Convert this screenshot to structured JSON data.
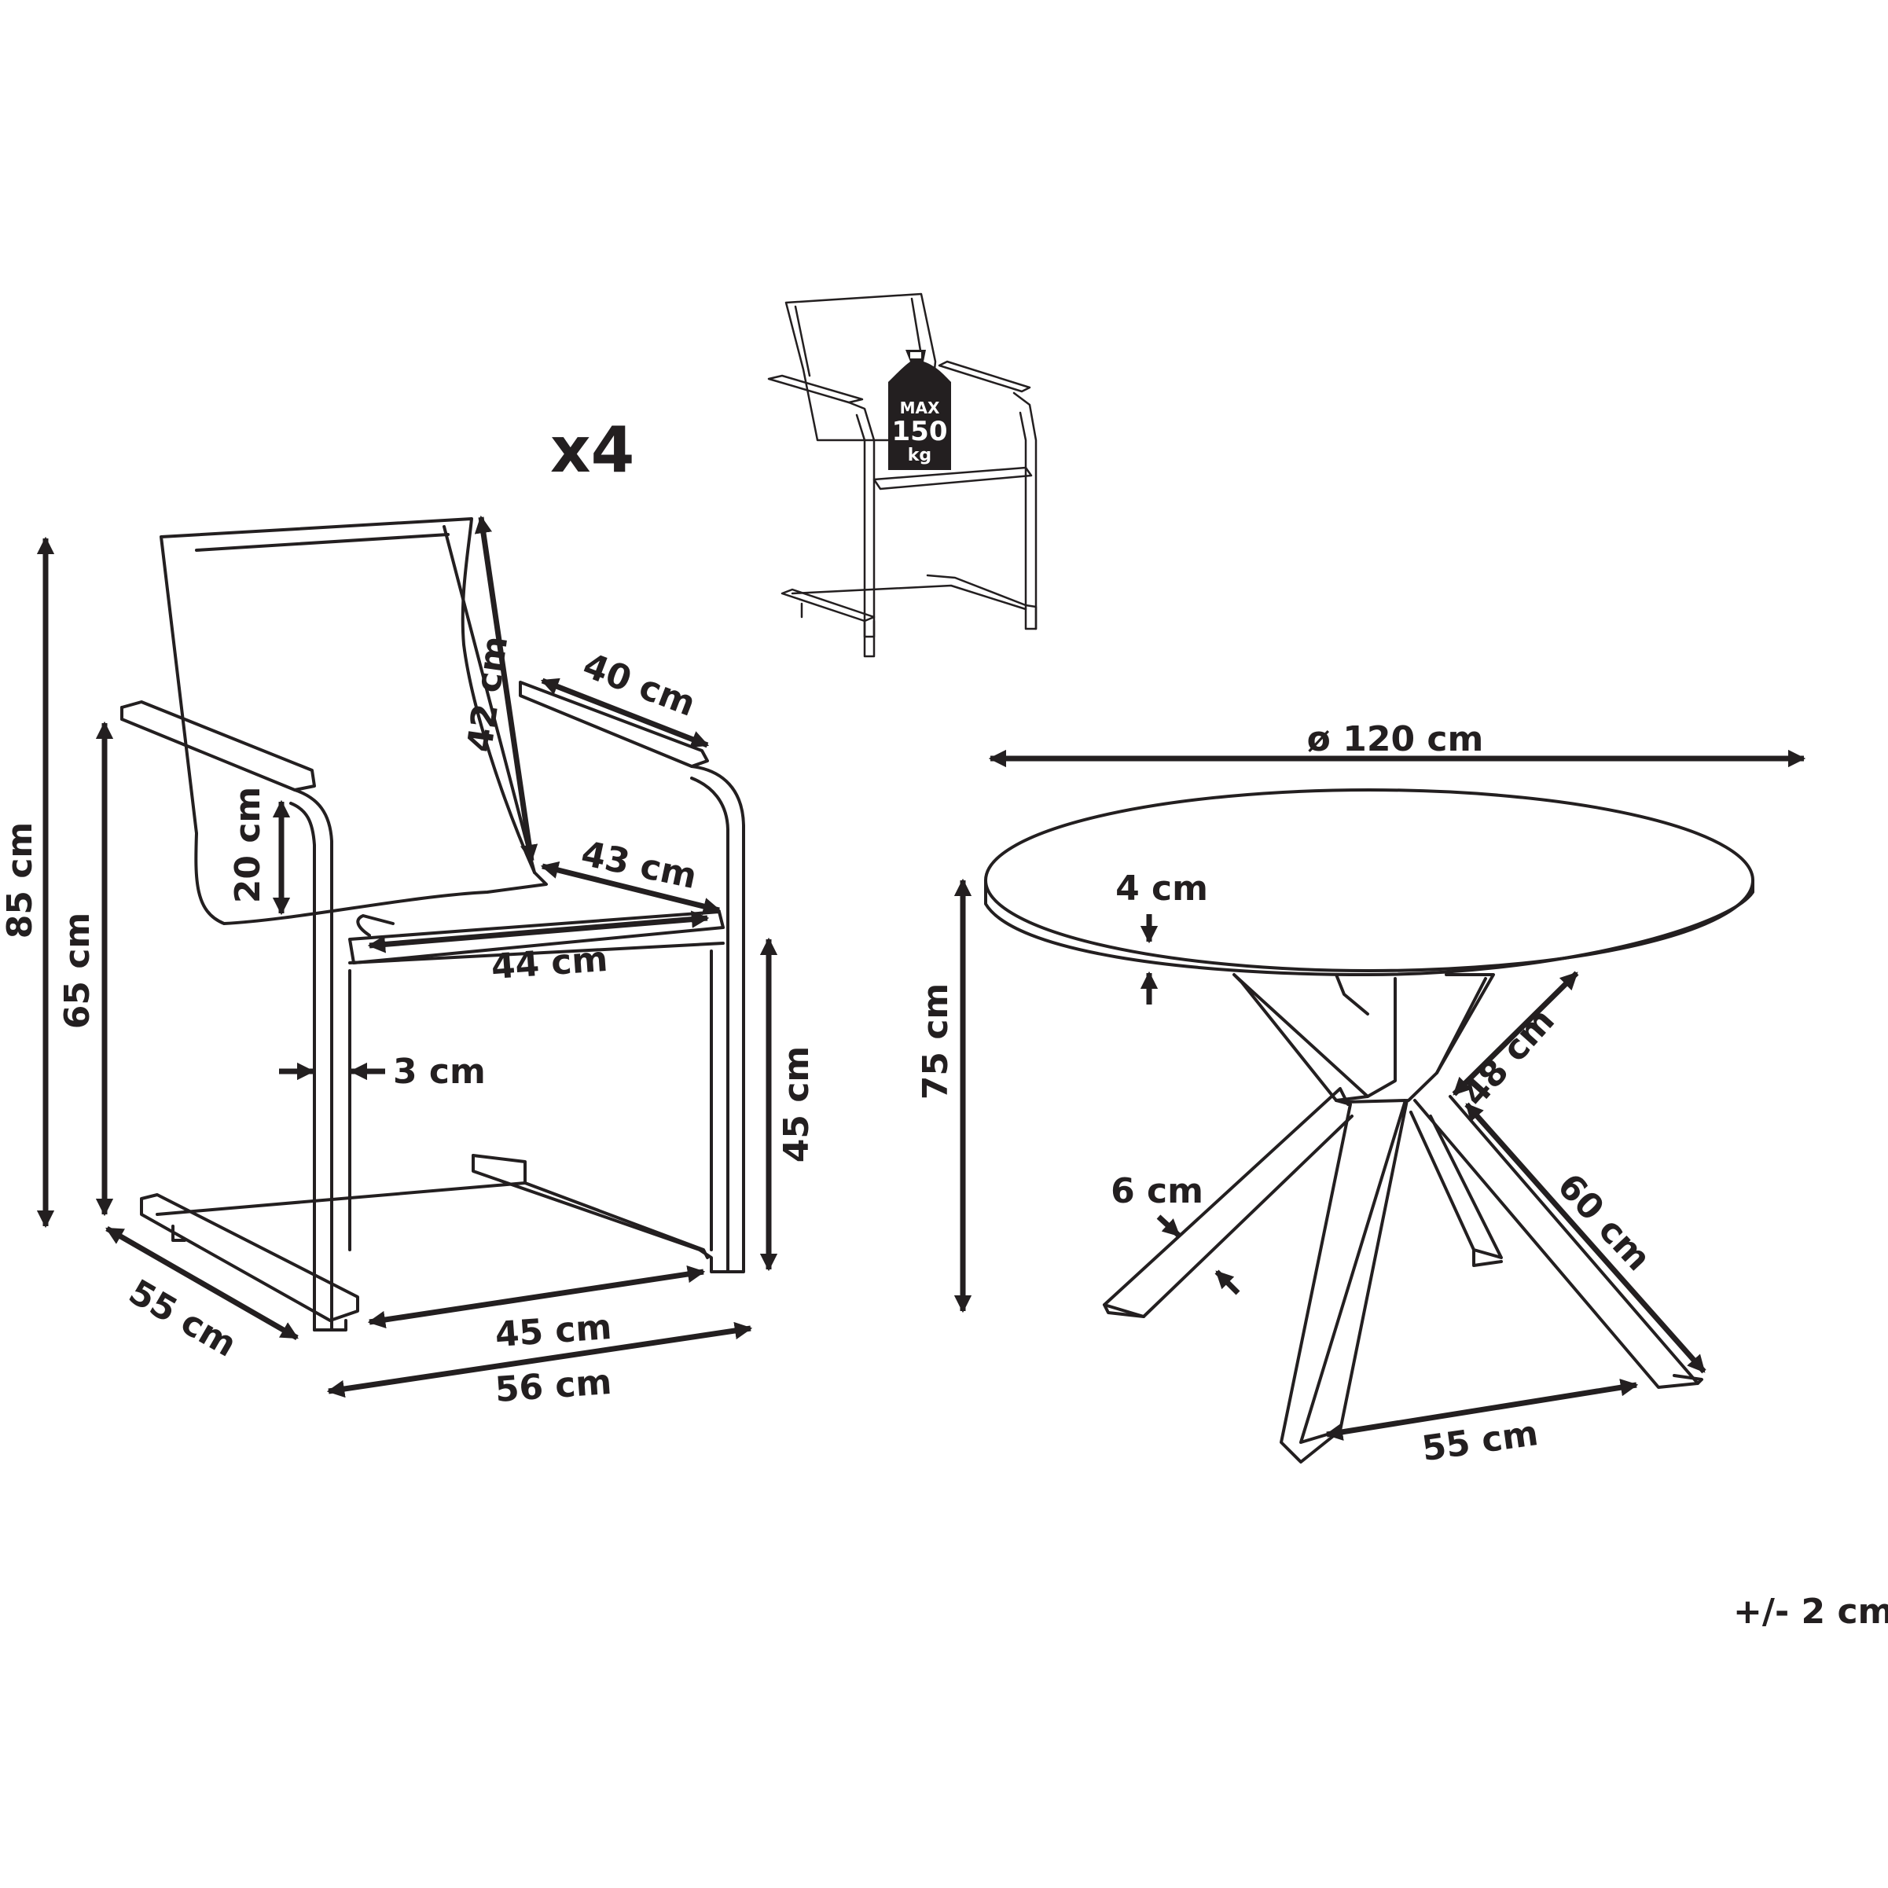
{
  "colors": {
    "ink": "#231f20",
    "background": "#ffffff"
  },
  "quantity": "x4",
  "weight_badge": {
    "icon": "weight-icon",
    "line1": "MAX",
    "line2": "150",
    "line3": "kg"
  },
  "chair": {
    "height_total": "85 cm",
    "height_armrest": "65 cm",
    "armrest_depth": "20 cm",
    "backrest_height": "42 cm",
    "armrest_length": "40 cm",
    "seat_depth": "43 cm",
    "seat_width": "44 cm",
    "frame_width": "3 cm",
    "seat_height": "45 cm",
    "depth": "55 cm",
    "base_width": "45 cm",
    "width": "56 cm"
  },
  "table": {
    "diameter": "ø 120 cm",
    "top_thickness": "4 cm",
    "height": "75 cm",
    "leg_upper": "48 cm",
    "leg_width": "6 cm",
    "leg_lower": "60 cm",
    "leg_spread": "55 cm"
  },
  "tolerance": "+/- 2 cm"
}
